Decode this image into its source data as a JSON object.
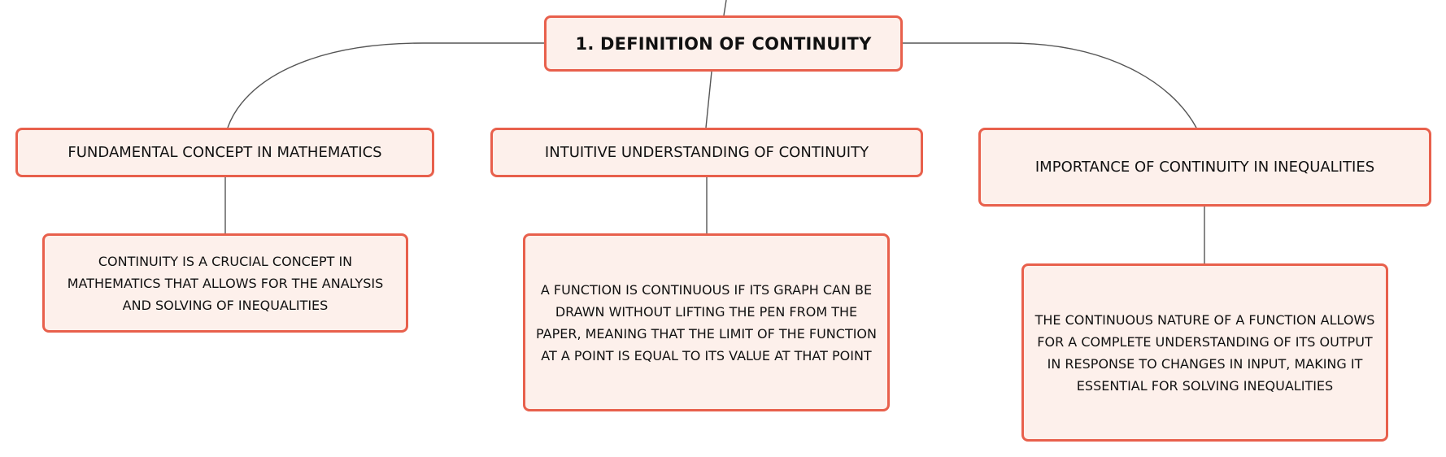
{
  "colors": {
    "node_fill": "#fdf0eb",
    "node_border": "#e8604c",
    "connector": "#555555",
    "text": "#111111"
  },
  "root": {
    "label": "1. DEFINITION OF CONTINUITY"
  },
  "branches": [
    {
      "label": "FUNDAMENTAL CONCEPT IN MATHEMATICS",
      "detail": "CONTINUITY IS A CRUCIAL CONCEPT IN MATHEMATICS THAT ALLOWS FOR THE ANALYSIS AND SOLVING OF INEQUALITIES"
    },
    {
      "label": "INTUITIVE UNDERSTANDING OF CONTINUITY",
      "detail": "A FUNCTION IS CONTINUOUS IF ITS GRAPH CAN BE DRAWN WITHOUT LIFTING THE PEN FROM THE PAPER, MEANING THAT THE LIMIT OF THE FUNCTION AT A POINT IS EQUAL TO ITS VALUE AT THAT POINT"
    },
    {
      "label": "IMPORTANCE OF CONTINUITY IN INEQUALITIES",
      "detail": "THE CONTINUOUS NATURE OF A FUNCTION ALLOWS FOR A COMPLETE UNDERSTANDING OF ITS OUTPUT IN RESPONSE TO CHANGES IN INPUT, MAKING IT ESSENTIAL FOR SOLVING INEQUALITIES"
    }
  ]
}
